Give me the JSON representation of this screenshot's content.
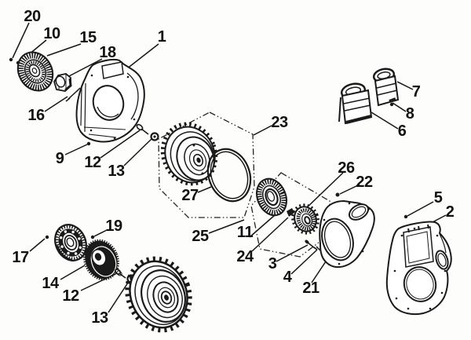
{
  "diagram": {
    "kind": "exploded-parts-diagram",
    "background_color": "#fdfdfc",
    "line_color": "#1a1a1a"
  },
  "callouts": [
    {
      "label": "1"
    },
    {
      "label": "2"
    },
    {
      "label": "3"
    },
    {
      "label": "4"
    },
    {
      "label": "5"
    },
    {
      "label": "6"
    },
    {
      "label": "7"
    },
    {
      "label": "8"
    },
    {
      "label": "9"
    },
    {
      "label": "10"
    },
    {
      "label": "11"
    },
    {
      "label": "12"
    },
    {
      "label": "12"
    },
    {
      "label": "13"
    },
    {
      "label": "13"
    },
    {
      "label": "14"
    },
    {
      "label": "15"
    },
    {
      "label": "16"
    },
    {
      "label": "17"
    },
    {
      "label": "18"
    },
    {
      "label": "19"
    },
    {
      "label": "20"
    },
    {
      "label": "21"
    },
    {
      "label": "22"
    },
    {
      "label": "23"
    },
    {
      "label": "24"
    },
    {
      "label": "25"
    },
    {
      "label": "26"
    },
    {
      "label": "27"
    }
  ]
}
